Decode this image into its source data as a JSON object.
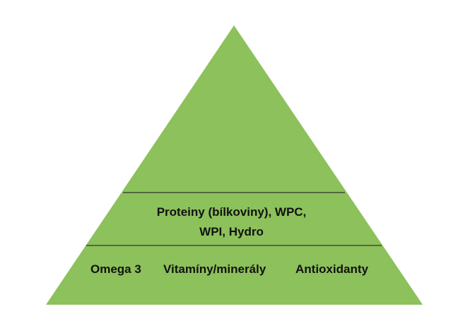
{
  "diagram": {
    "fill_color": "#8CC15B",
    "divider_color": "#333333",
    "levels": [
      {
        "name": "top",
        "texts": []
      },
      {
        "name": "middle",
        "texts": [
          "Proteiny (bílkoviny), WPC,",
          "WPI, Hydro"
        ]
      },
      {
        "name": "bottom",
        "texts": [
          "Omega 3",
          "Vitamíny/minerály",
          "Antioxidanty"
        ]
      }
    ]
  }
}
